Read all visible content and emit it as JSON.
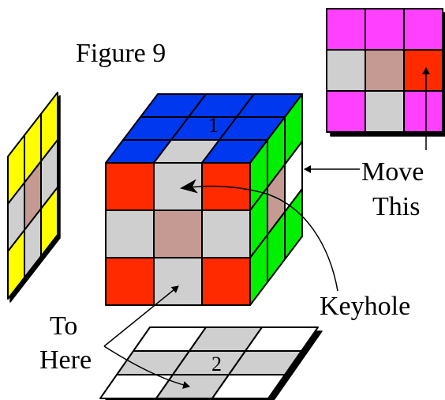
{
  "title": "Figure 9",
  "labels": {
    "move_this_line1": "Move",
    "move_this_line2": "This",
    "keyhole": "Keyhole",
    "to_here_line1": "To",
    "to_here_line2": "Here"
  },
  "face_numbers": {
    "top": "1",
    "bottom": "2"
  },
  "colors": {
    "red": "#ff2a00",
    "gray": "#cfcfcf",
    "rose": "#c49a92",
    "blue": "#0038f0",
    "green": "#00f000",
    "yellow": "#ffff00",
    "magenta": "#ff40ff",
    "white": "#ffffff",
    "number": "#00c8d0"
  },
  "faces": {
    "front": [
      [
        "red",
        "gray",
        "red"
      ],
      [
        "gray",
        "rose",
        "gray"
      ],
      [
        "red",
        "gray",
        "red"
      ]
    ],
    "top": [
      [
        "blue",
        "blue",
        "blue"
      ],
      [
        "blue",
        "blue",
        "blue"
      ],
      [
        "blue",
        "gray",
        "blue"
      ]
    ],
    "right": [
      [
        "green",
        "green",
        "green"
      ],
      [
        "green",
        "rose",
        "white"
      ],
      [
        "green",
        "green",
        "green"
      ]
    ],
    "left_panel": [
      [
        "yellow",
        "yellow",
        "yellow"
      ],
      [
        "gray",
        "rose",
        "gray"
      ],
      [
        "yellow",
        "gray",
        "yellow"
      ]
    ],
    "back_panel": [
      [
        "magenta",
        "magenta",
        "magenta"
      ],
      [
        "gray",
        "rose",
        "red"
      ],
      [
        "magenta",
        "gray",
        "magenta"
      ]
    ],
    "bottom_panel": [
      [
        "white",
        "gray",
        "white"
      ],
      [
        "gray",
        "gray",
        "gray"
      ],
      [
        "white",
        "gray",
        "white"
      ]
    ]
  }
}
